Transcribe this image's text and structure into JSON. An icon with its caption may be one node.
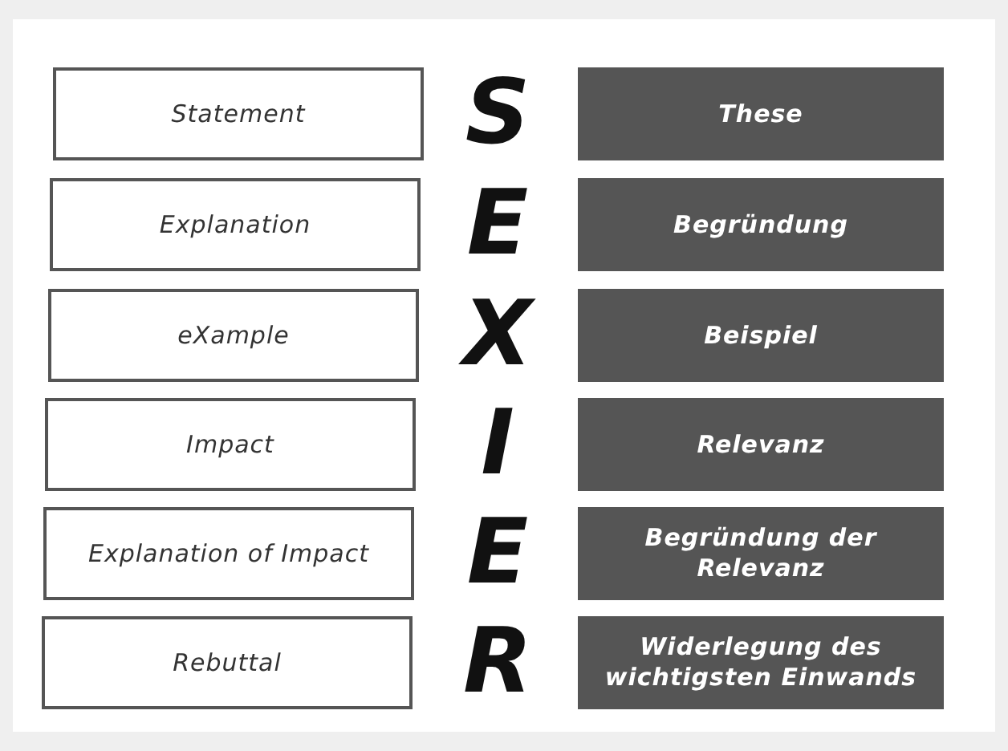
{
  "diagram": {
    "nodes": [
      {
        "text": [
          "Statement"
        ]
      },
      {
        "text": [
          "These"
        ]
      },
      {
        "text": [
          "Explanation"
        ]
      },
      {
        "text": [
          "Begründung"
        ]
      },
      {
        "text": [
          "eXample"
        ]
      },
      {
        "text": [
          "Beispiel"
        ]
      },
      {
        "text": [
          "Impact"
        ]
      },
      {
        "text": [
          "Relevanz"
        ]
      },
      {
        "text": [
          "Explanation of Impact"
        ]
      },
      {
        "text": [
          "Begründung der Relevanz"
        ]
      },
      {
        "text": [
          "Rebuttal"
        ]
      },
      {
        "text": [
          "Widerlegung des wichtigsten Einwands"
        ]
      }
    ],
    "labels": [
      "S",
      "E",
      "X",
      "I",
      "E",
      "R"
    ]
  }
}
